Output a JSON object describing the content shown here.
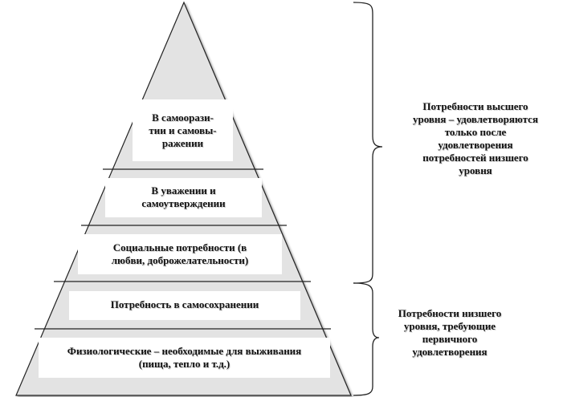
{
  "pyramid": {
    "levels": [
      {
        "id": "self-actualization",
        "text": "В самоорази-\nтии и самовы-\nражении"
      },
      {
        "id": "esteem",
        "text": "В уважении и\nсамоутверждении"
      },
      {
        "id": "social",
        "text": "Социальные потребности (в\nлюбви, доброжелательности)"
      },
      {
        "id": "safety",
        "text": "Потребность в самосохранении"
      },
      {
        "id": "physiological",
        "text": "Физиологические – необходимые для выживания\n(пища, тепло и т.д.)"
      }
    ]
  },
  "brackets": {
    "higher": {
      "text": "Потребности высшего\nуровня – удовлетворяются\nтолько после\nудовлетворения\nпотребностей низшего\nуровня"
    },
    "lower": {
      "text": "Потребности низшего\nуровня, требующие\nпервичного\nудовлетворения"
    }
  },
  "colors": {
    "pyramid_fill": "#e3e3e3",
    "stroke": "#222222",
    "label_box": "#ffffff"
  }
}
